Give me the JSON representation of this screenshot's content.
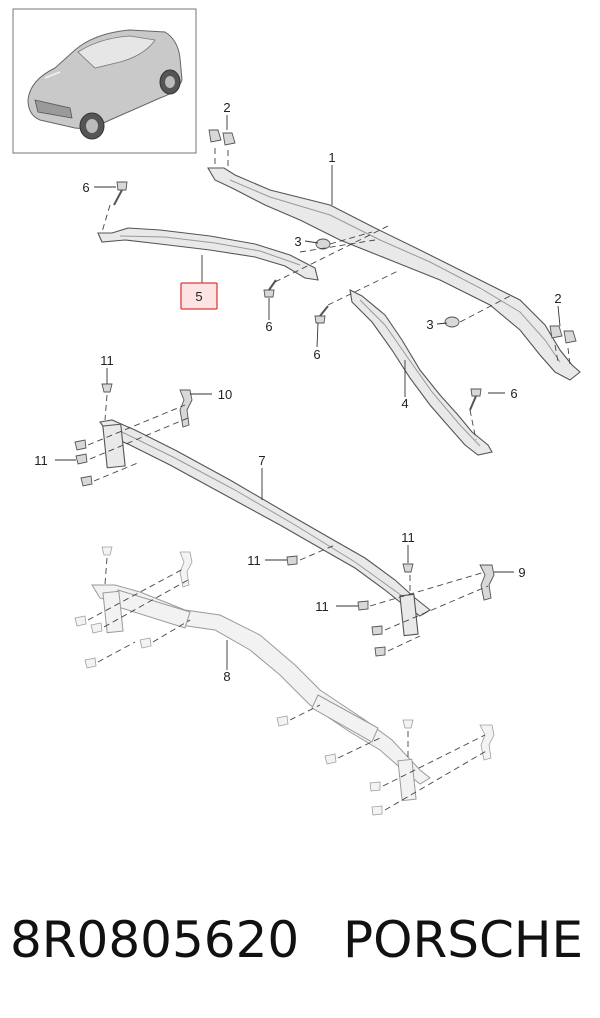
{
  "diagram": {
    "callouts": {
      "c1": "1",
      "c2a": "2",
      "c2b": "2",
      "c3a": "3",
      "c3b": "3",
      "c4": "4",
      "c5": "5",
      "c6a": "6",
      "c6b": "6",
      "c6c": "6",
      "c6d": "6",
      "c7": "7",
      "c8": "8",
      "c9": "9",
      "c10": "10",
      "c11a": "11",
      "c11b": "11",
      "c11c": "11",
      "c11d": "11",
      "c11e": "11"
    },
    "highlighted_callout": "5",
    "highlight_color": "#e03b3b",
    "highlight_fill": "#fde3e3"
  },
  "footer": {
    "part_number": "8R0805620",
    "brand": "PORSCHE"
  }
}
